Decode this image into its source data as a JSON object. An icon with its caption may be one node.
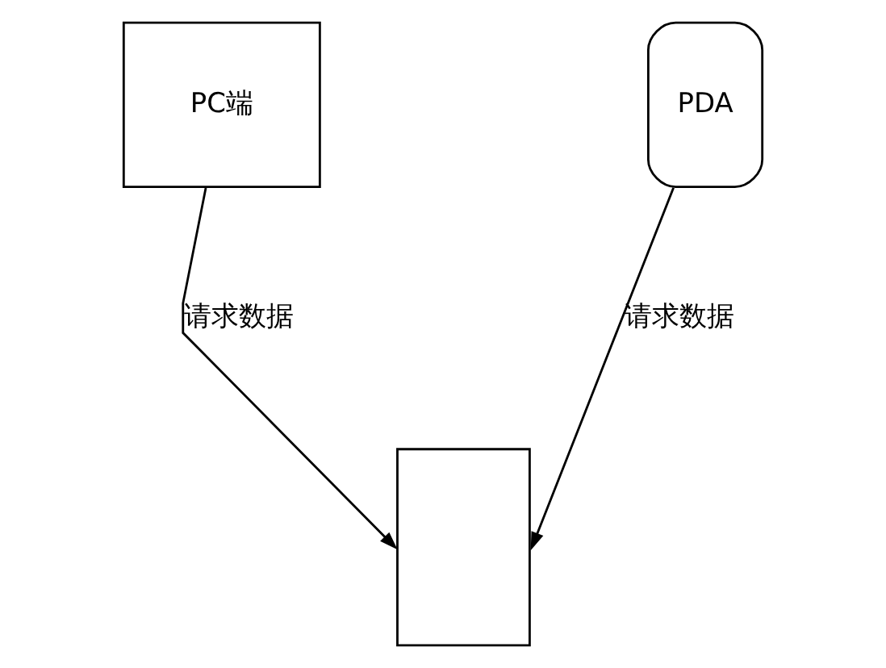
{
  "diagram": {
    "nodes": [
      {
        "text": [
          "PC端"
        ]
      },
      {
        "text": [
          "PDA"
        ]
      },
      {
        "text": [],
        "shape": "box"
      }
    ],
    "edges": [
      {
        "from": 0,
        "to": 2,
        "arrow": "to",
        "label": "请求数据"
      },
      {
        "from": 1,
        "to": 2,
        "arrow": "to",
        "label": "请求数据"
      }
    ]
  }
}
